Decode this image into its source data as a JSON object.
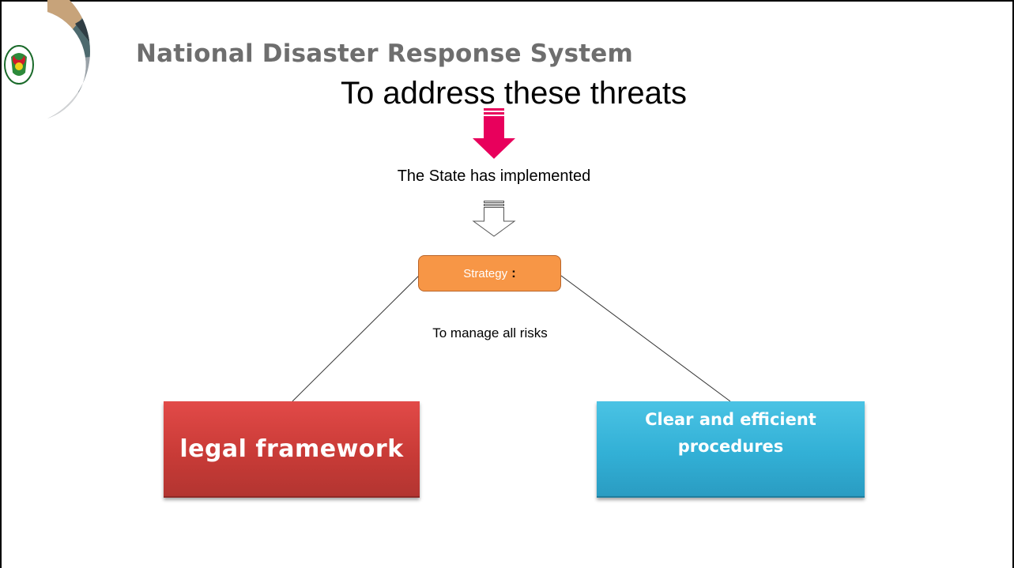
{
  "header": {
    "title": "National Disaster Response System"
  },
  "slide": {
    "subtitle": "To address these threats",
    "step_text": "The State has implemented",
    "strategy_label": "Strategy",
    "strategy_suffix": ":",
    "goal_text": "To manage all risks",
    "left_box": "legal framework",
    "right_box_line1": "Clear and efficient",
    "right_box_line2": "procedures"
  },
  "colors": {
    "arrow_pink": "#e8005c",
    "strategy_orange": "#f79646",
    "red_box": "#c93b37",
    "blue_box": "#32b0d6",
    "title_gray": "#6e6e6e"
  }
}
